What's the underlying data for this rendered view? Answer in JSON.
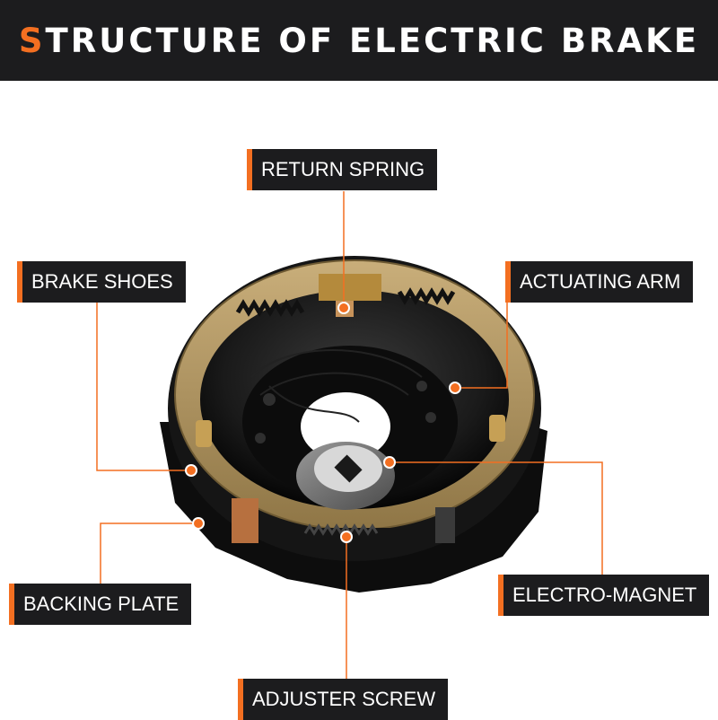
{
  "title": {
    "first_letter": "S",
    "rest": "TRUCTURE OF ELECTRIC BRAKE"
  },
  "callouts": {
    "return_spring": "RETURN SPRING",
    "brake_shoes": "BRAKE SHOES",
    "actuating_arm": "ACTUATING ARM",
    "backing_plate": "BACKING PLATE",
    "electro_magnet": "ELECTRO-MAGNET",
    "adjuster_screw": "ADJUSTER SCREW"
  },
  "colors": {
    "accent": "#f36f21",
    "banner": "#1c1c1e",
    "lining": "#b89d6a",
    "plate": "#121212"
  }
}
